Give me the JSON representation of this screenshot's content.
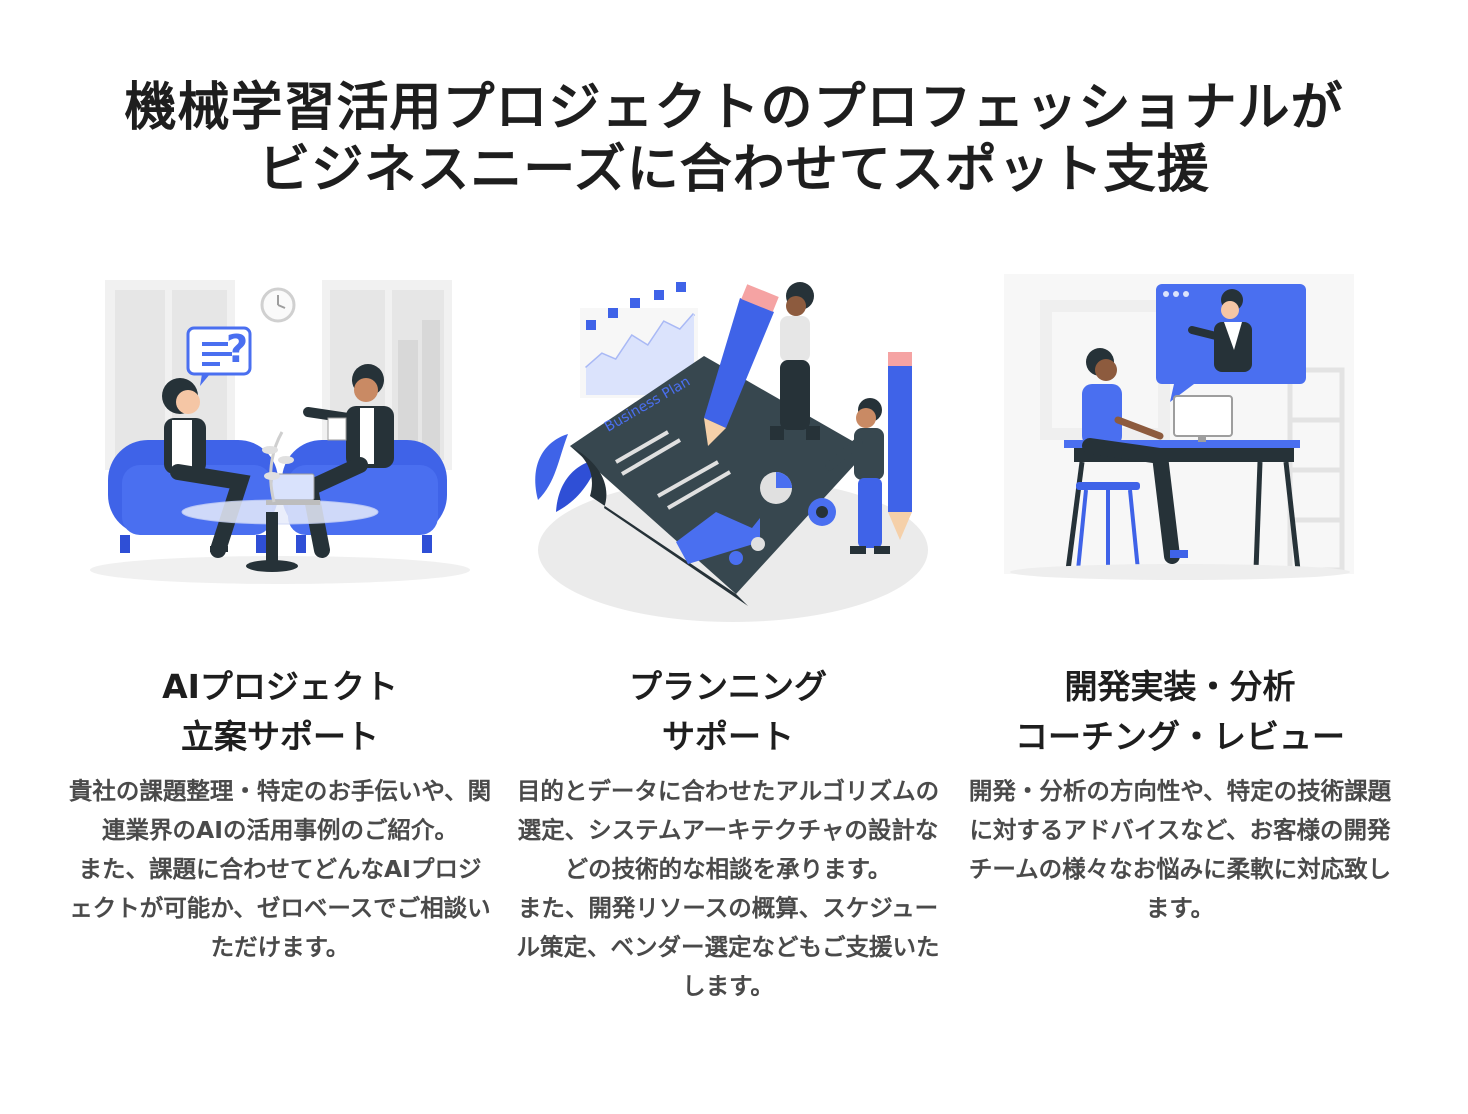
{
  "headline": {
    "line1": "機械学習活用プロジェクトのプロフェッショナルが",
    "line2": "ビジネスニーズに合わせてスポット支援"
  },
  "colors": {
    "accent": "#4a6ff0",
    "accent_dark": "#2f4fd6",
    "dark": "#263238",
    "light_gray": "#ebebeb"
  },
  "cards": [
    {
      "illustration": "consultation-meeting-illustration",
      "title_line1": "AIプロジェクト",
      "title_line2": "立案サポート",
      "desc_p1": "貴社の課題整理・特定のお手伝いや、関連業界のAIの活用事例のご紹介。",
      "desc_p2": "また、課題に合わせてどんなAIプロジェクトが可能か、ゼロベースでご相談いただけます。"
    },
    {
      "illustration": "business-plan-illustration",
      "illustration_text": "Business Plan",
      "title_line1": "プランニング",
      "title_line2": "サポート",
      "desc_p1": "目的とデータに合わせたアルゴリズムの選定、システムアーキテクチャの設計などの技術的な相談を承ります。",
      "desc_p2": "また、開発リソースの概算、スケジュール策定、ベンダー選定などもご支援いたします。"
    },
    {
      "illustration": "online-coaching-illustration",
      "title_line1": "開発実装・分析",
      "title_line2": "コーチング・レビュー",
      "desc_p1": "開発・分析の方向性や、特定の技術課題に対するアドバイスなど、お客様の開発チームの様々なお悩みに柔軟に対応致します。",
      "desc_p2": ""
    }
  ]
}
